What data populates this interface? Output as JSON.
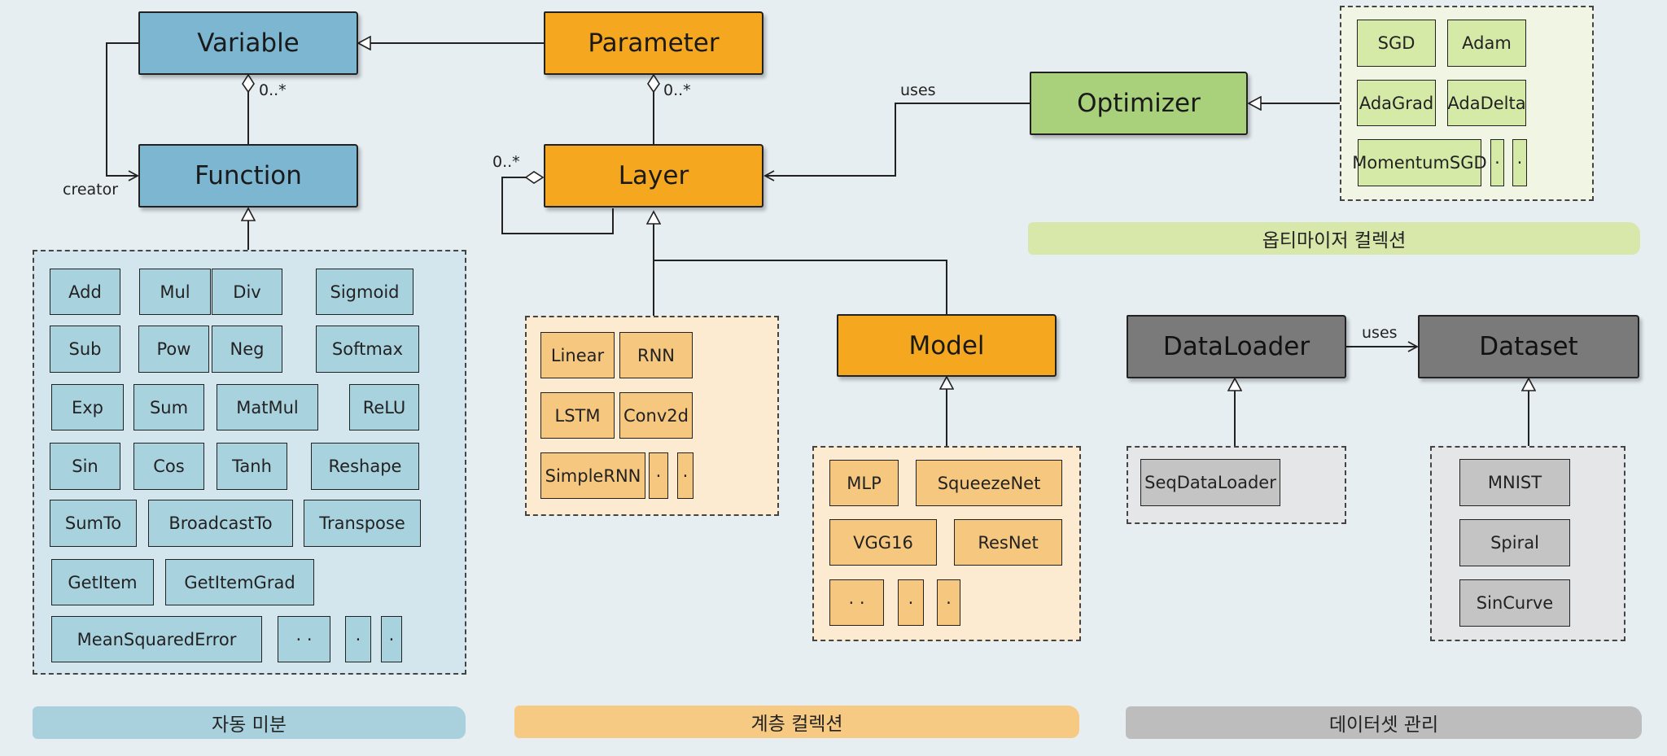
{
  "classes": {
    "variable": "Variable",
    "function": "Function",
    "parameter": "Parameter",
    "layer": "Layer",
    "model": "Model",
    "optimizer": "Optimizer",
    "dataloader": "DataLoader",
    "dataset": "Dataset"
  },
  "relations": {
    "variable_function_multiplicity": "0..*",
    "creator_label": "creator",
    "parameter_layer_multiplicity": "0..*",
    "layer_self_multiplicity": "0..*",
    "optimizer_uses_label": "uses",
    "dataloader_uses_label": "uses"
  },
  "function_collection": {
    "items": [
      "Add",
      "Mul",
      "Div",
      "Sigmoid",
      "Sub",
      "Pow",
      "Neg",
      "Softmax",
      "Exp",
      "Sum",
      "MatMul",
      "ReLU",
      "Sin",
      "Cos",
      "Tanh",
      "Reshape",
      "SumTo",
      "BroadcastTo",
      "Transpose",
      "GetItem",
      "GetItemGrad",
      "MeanSquaredError",
      "· ·",
      "·",
      "·"
    ]
  },
  "layer_collection": {
    "items": [
      "Linear",
      "RNN",
      "LSTM",
      "Conv2d",
      "SimpleRNN",
      "·",
      "·"
    ]
  },
  "model_collection": {
    "items": [
      "MLP",
      "SqueezeNet",
      "VGG16",
      "ResNet",
      "· ·",
      "·",
      "·"
    ]
  },
  "optimizer_collection": {
    "items": [
      "SGD",
      "Adam",
      "AdaGrad",
      "AdaDelta",
      "MomentumSGD",
      "·",
      "·"
    ]
  },
  "dataloader_collection": {
    "items": [
      "SeqDataLoader"
    ]
  },
  "dataset_collection": {
    "items": [
      "MNIST",
      "Spiral",
      "SinCurve"
    ]
  },
  "banners": {
    "autodiff": "자동 미분",
    "layers": "계층 컬렉션",
    "optimizers": "옵티마이저 컬렉션",
    "datasets": "데이터셋 관리"
  },
  "colors": {
    "autodiff": "#7db6d1",
    "layers": "#f5a81f",
    "optimizers": "#a9d17b",
    "datasets": "#7a7a7a"
  }
}
